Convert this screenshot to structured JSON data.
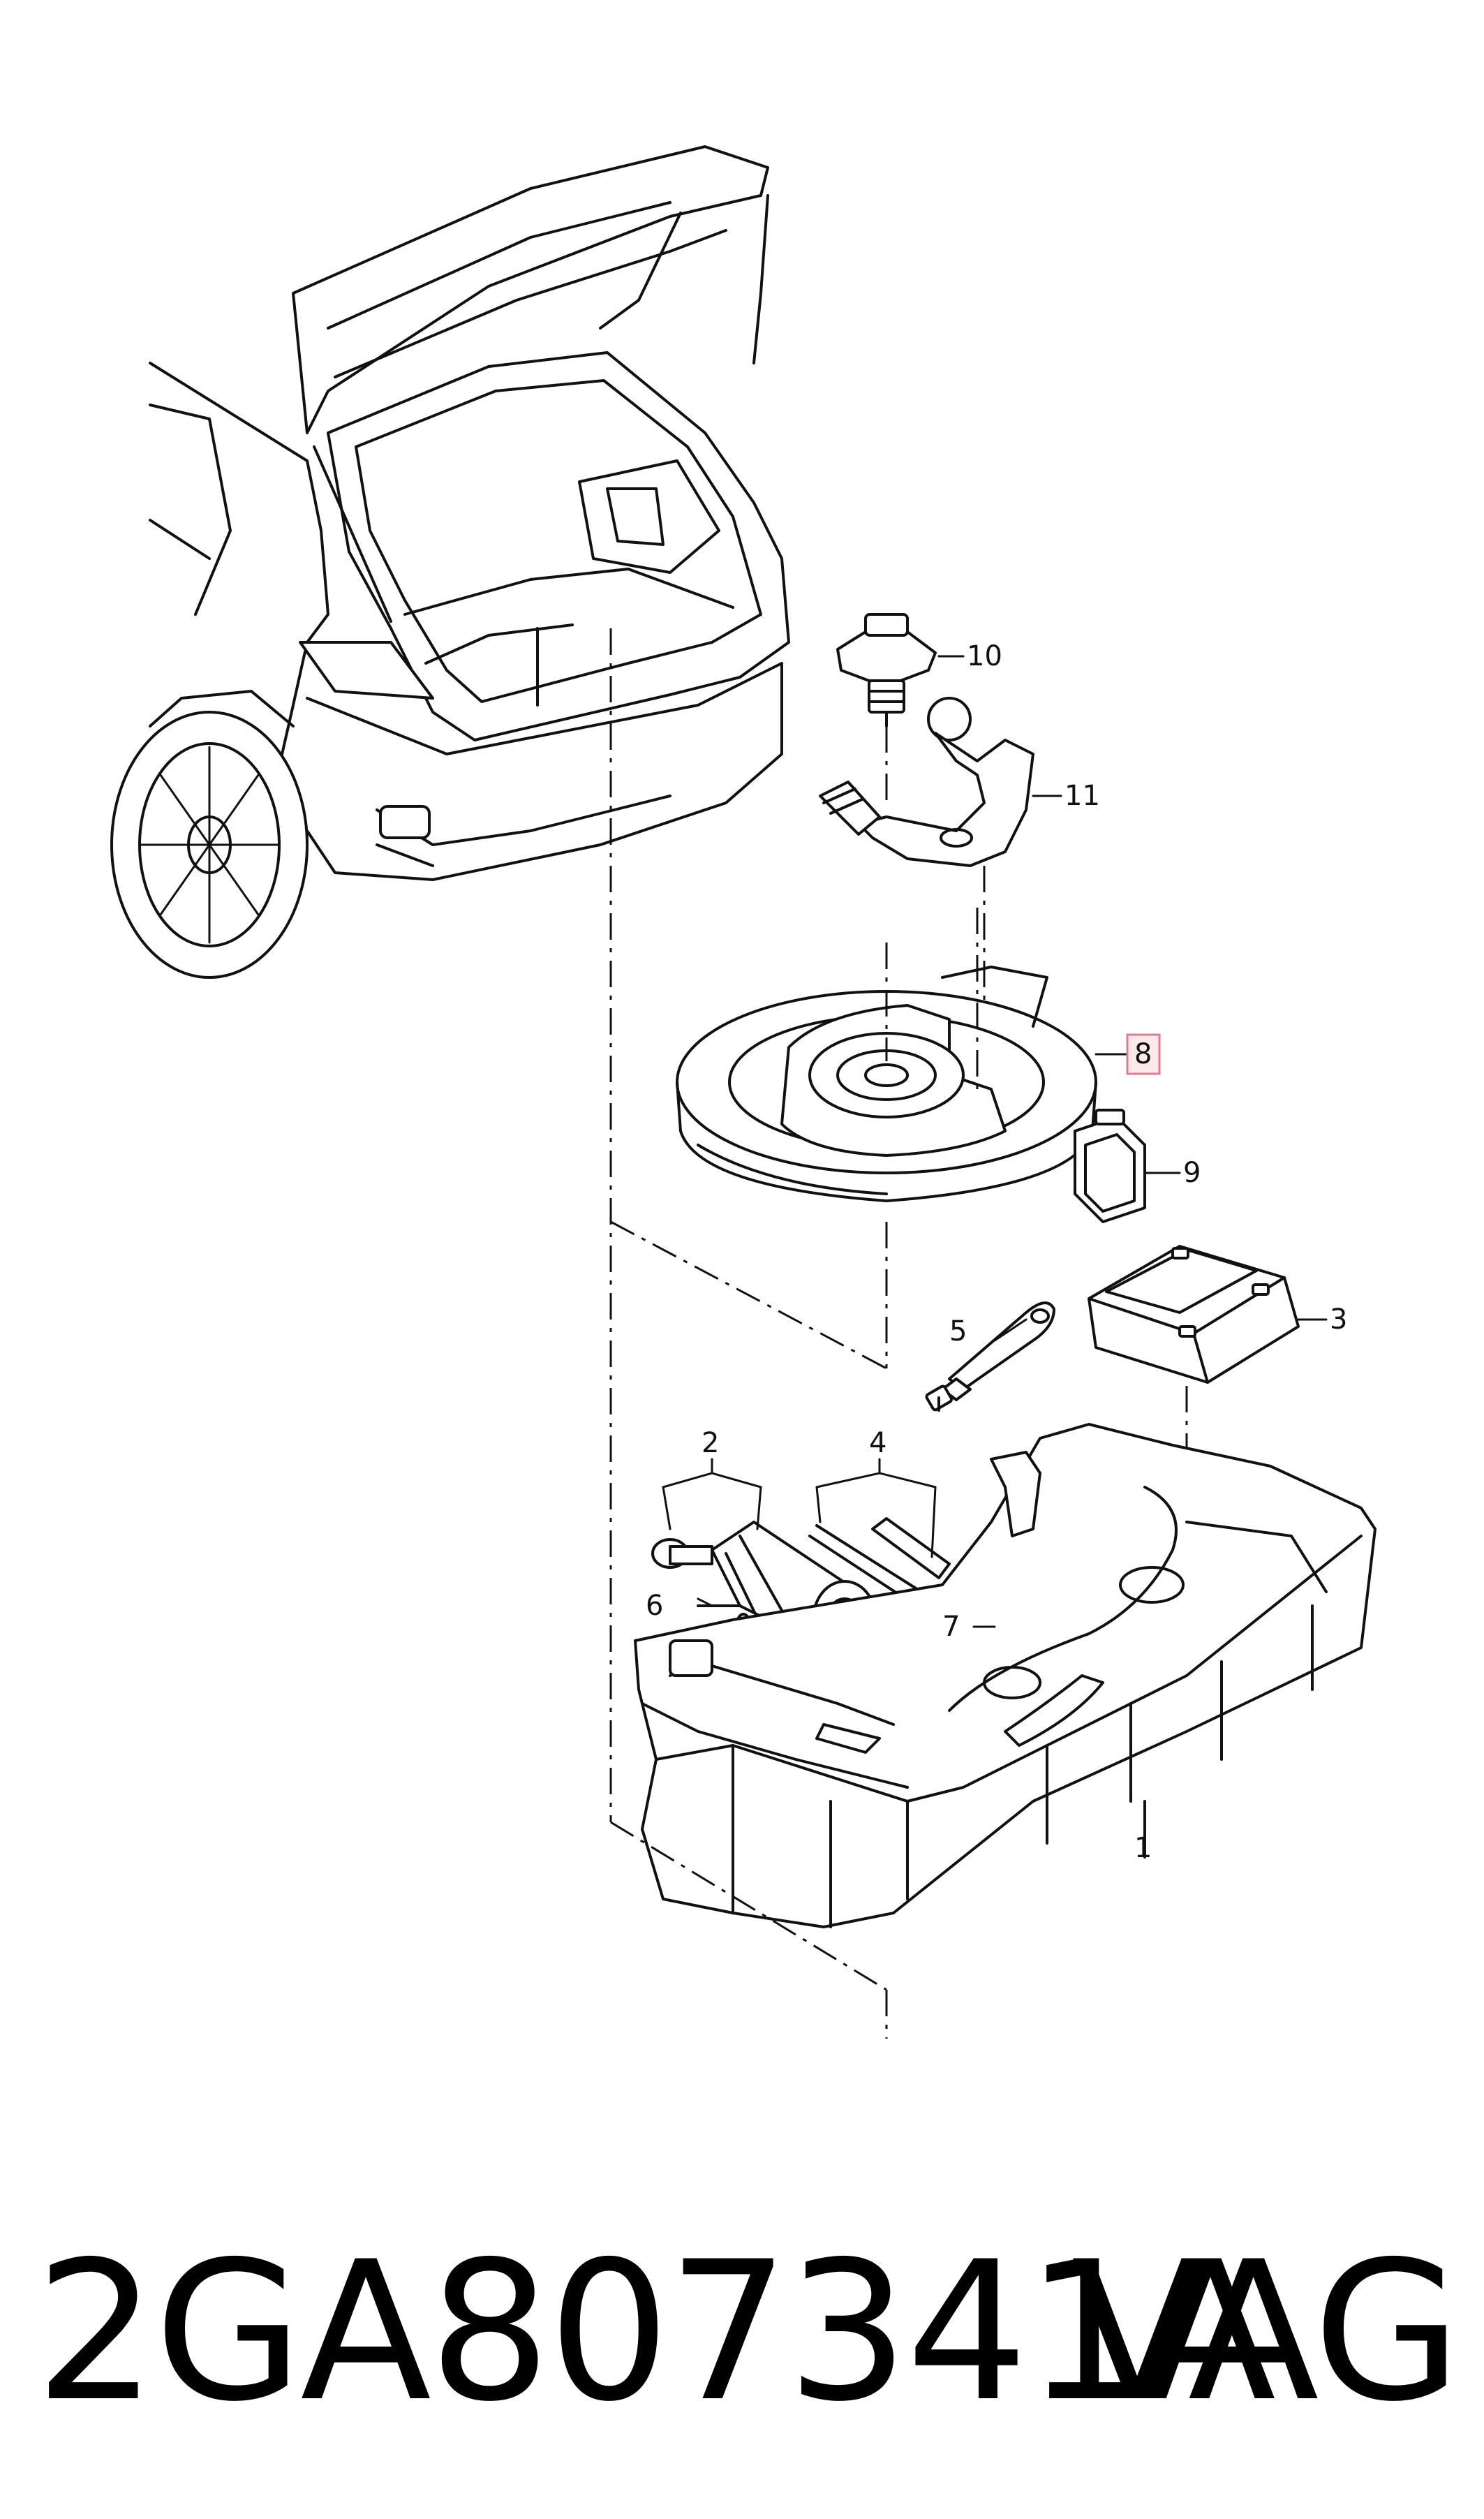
{
  "callouts": {
    "c1": "1",
    "c2": "2",
    "c3": "3",
    "c4": "4",
    "c5": "5",
    "c6": "6",
    "c7": "7",
    "c8": "8",
    "c9": "9",
    "c10": "10",
    "c11": "11"
  },
  "highlighted_callout": "8",
  "colors": {
    "highlight_fill": "#fde8ec",
    "highlight_stroke": "#e27b90",
    "line": "#111111"
  },
  "footer": {
    "part_number": "2GA807341A",
    "brand": "VAG"
  }
}
